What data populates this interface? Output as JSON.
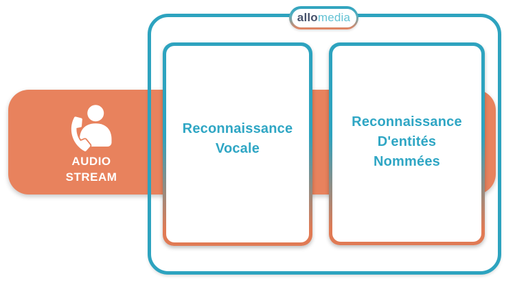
{
  "logo_badge": {
    "brand_bold": "allo",
    "brand_light": "media"
  },
  "audio_stream": {
    "line1": "AUDIO",
    "line2": "STREAM",
    "icon": "person-on-phone"
  },
  "modules": [
    {
      "title": "Reconnaissance Vocale",
      "lines": [
        "Reconnaissance",
        "Vocale"
      ]
    },
    {
      "title": "Reconnaissance D'entités Nommées",
      "lines": [
        "Reconnaissance",
        "D'entités",
        "Nommées"
      ]
    }
  ],
  "colors": {
    "orange": "#E8825D",
    "teal": "#2DA3BF",
    "heading_teal": "#2FA6C4",
    "logo_dark": "#47526B",
    "logo_light": "#63C2D4",
    "icon_white": "#FFFFFF"
  }
}
